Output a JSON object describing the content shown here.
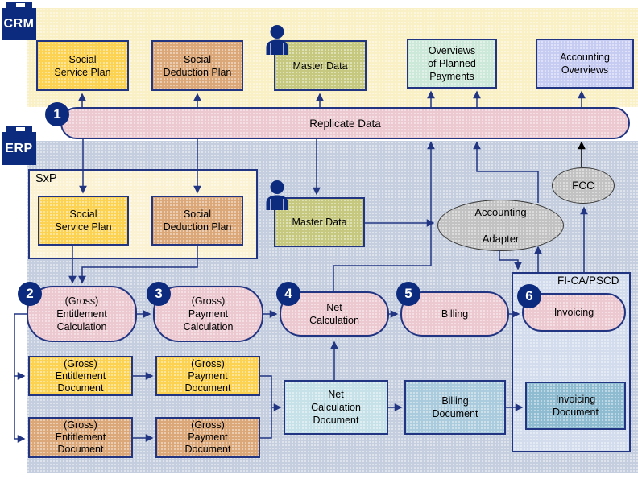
{
  "crm": {
    "tag": "CRM",
    "boxes": [
      {
        "label": "Social\nService Plan"
      },
      {
        "label": "Social\nDeduction Plan"
      },
      {
        "label": "Master Data"
      },
      {
        "label": "Overviews\nof Planned\nPayments"
      },
      {
        "label": "Accounting\nOverviews"
      }
    ]
  },
  "replicate": {
    "step": "1",
    "label": "Replicate Data"
  },
  "erp": {
    "tag": "ERP",
    "sxp": {
      "label": "SxP",
      "boxes": [
        {
          "label": "Social\nService Plan"
        },
        {
          "label": "Social\nDeduction Plan"
        }
      ]
    },
    "master_data": {
      "label": "Master Data"
    },
    "adapter": {
      "line1": "Accounting",
      "line2": "Adapter"
    },
    "fcc": {
      "label": "FCC"
    },
    "fica": {
      "label": "FI-CA/PSCD"
    },
    "steps": [
      {
        "num": "2",
        "label": "(Gross)\nEntitlement\nCalculation"
      },
      {
        "num": "3",
        "label": "(Gross)\nPayment\nCalculation"
      },
      {
        "num": "4",
        "label": "Net\nCalculation"
      },
      {
        "num": "5",
        "label": "Billing"
      },
      {
        "num": "6",
        "label": "Invoicing"
      }
    ],
    "documents": [
      {
        "label": "(Gross)\nEntitlement\nDocument"
      },
      {
        "label": "(Gross)\nPayment\nDocument"
      },
      {
        "label": "(Gross)\nEntitlement\nDocument"
      },
      {
        "label": "(Gross)\nPayment\nDocument"
      },
      {
        "label": "Net\nCalculation\nDocument"
      },
      {
        "label": "Billing\nDocument"
      },
      {
        "label": "Invoicing\nDocument"
      }
    ]
  },
  "colors": {
    "navy": "#0d2b7e",
    "line_navy": "#223583",
    "band_crm": "#faf0c6",
    "band_erp": "#c4cede",
    "box_yellow": "#fcd250",
    "box_tan": "#dba778",
    "box_olive": "#c5c87e",
    "box_mint": "#cce8d8",
    "box_lavender": "#c6cbf2",
    "pink": "#ecc8d0",
    "gray": "#c2c2c2",
    "sxp_bg": "#faf2d2",
    "fica_bg": "#d2dcec",
    "doc_cyan": "#c6e2e8",
    "doc_blue": "#a9cbdd",
    "doc_steel": "#8fbbd1"
  }
}
